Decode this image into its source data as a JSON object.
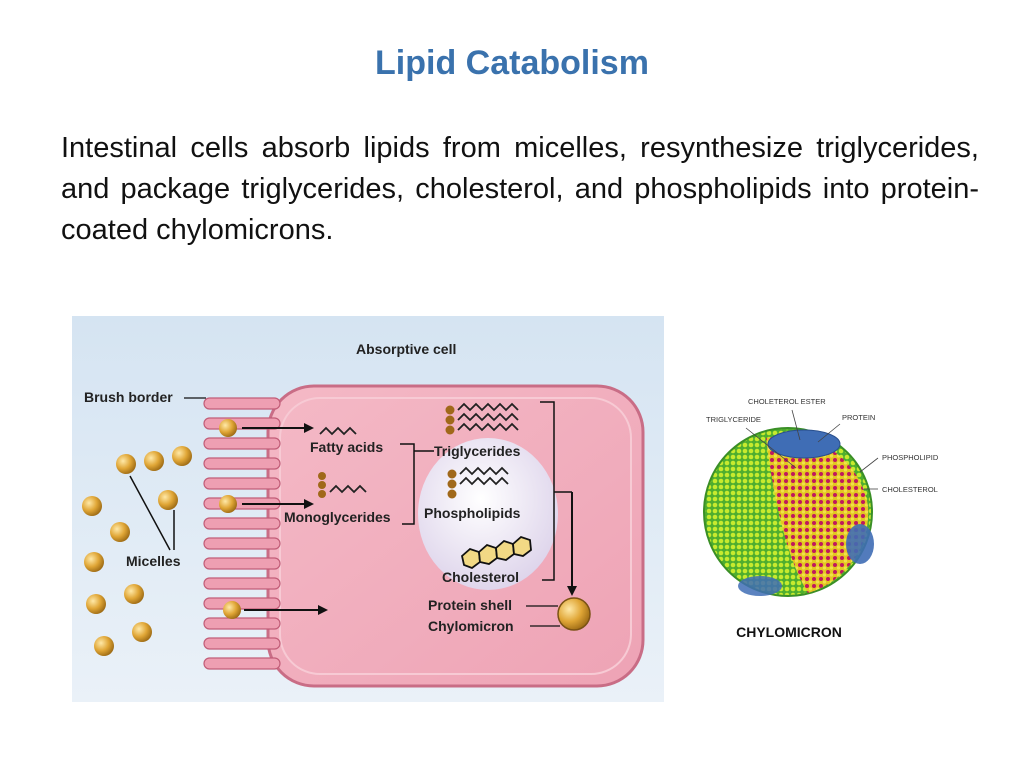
{
  "slide": {
    "title": "Lipid Catabolism",
    "body": "Intestinal cells absorb lipids from micelles, resynthesize triglycerides, and package triglycerides, cholesterol, and phospholipids into protein-coated chylomicrons.",
    "title_color": "#3a72ad"
  },
  "absorptive_diagram": {
    "heading": "Absorptive cell",
    "brush_border": "Brush border",
    "micelles": "Micelles",
    "fatty_acids": "Fatty acids",
    "monoglycerides": "Monoglycerides",
    "triglycerides": "Triglycerides",
    "phospholipids": "Phospholipids",
    "cholesterol": "Cholesterol",
    "protein_shell": "Protein shell",
    "chylomicron": "Chylomicron"
  },
  "chylomicron_diagram": {
    "cholesterol_ester": "CHOLETEROL ESTER",
    "protein": "PROTEIN",
    "triglyceride": "TRIGLYCERIDE",
    "phospholipid": "PHOSPHOLIPID",
    "cholesterol": "CHOLESTEROL",
    "caption": "CHYLOMICRON"
  }
}
